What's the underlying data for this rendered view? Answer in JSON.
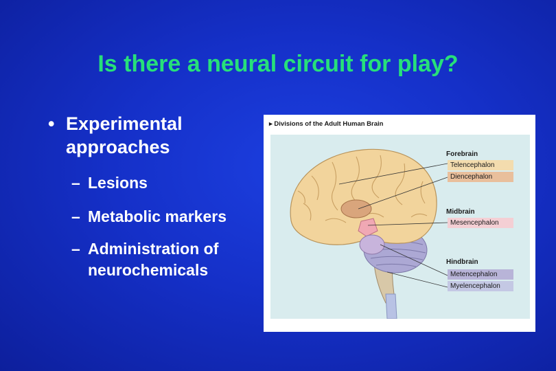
{
  "slide": {
    "title": "Is there a neural circuit for play?",
    "bullet_glyph": "•",
    "dash_glyph": "–",
    "bullets": [
      {
        "text_line1": "Experimental",
        "text_line2": "approaches",
        "subitems": [
          {
            "line1": "Lesions"
          },
          {
            "line1": "Metabolic markers"
          },
          {
            "line1": "Administration of",
            "line2": "neurochemicals"
          }
        ]
      }
    ]
  },
  "figure": {
    "caption_arrow": "▸",
    "caption": "Divisions of the Adult Human Brain",
    "groups": {
      "forebrain": {
        "label": "Forebrain",
        "items": [
          "Telencephalon",
          "Diencephalon"
        ]
      },
      "midbrain": {
        "label": "Midbrain",
        "items": [
          "Mesencephalon"
        ]
      },
      "hindbrain": {
        "label": "Hindbrain",
        "items": [
          "Metencephalon",
          "Myelencephalon"
        ]
      }
    },
    "colors": {
      "telencephalon": "#f3dcae",
      "diencephalon": "#e9bf9c",
      "mesencephalon": "#f4cfd4",
      "metencephalon": "#b8b4d8",
      "myelencephalon": "#c4c8e4",
      "panel": "#d9ecee",
      "cortex": "#f2d49c"
    }
  }
}
